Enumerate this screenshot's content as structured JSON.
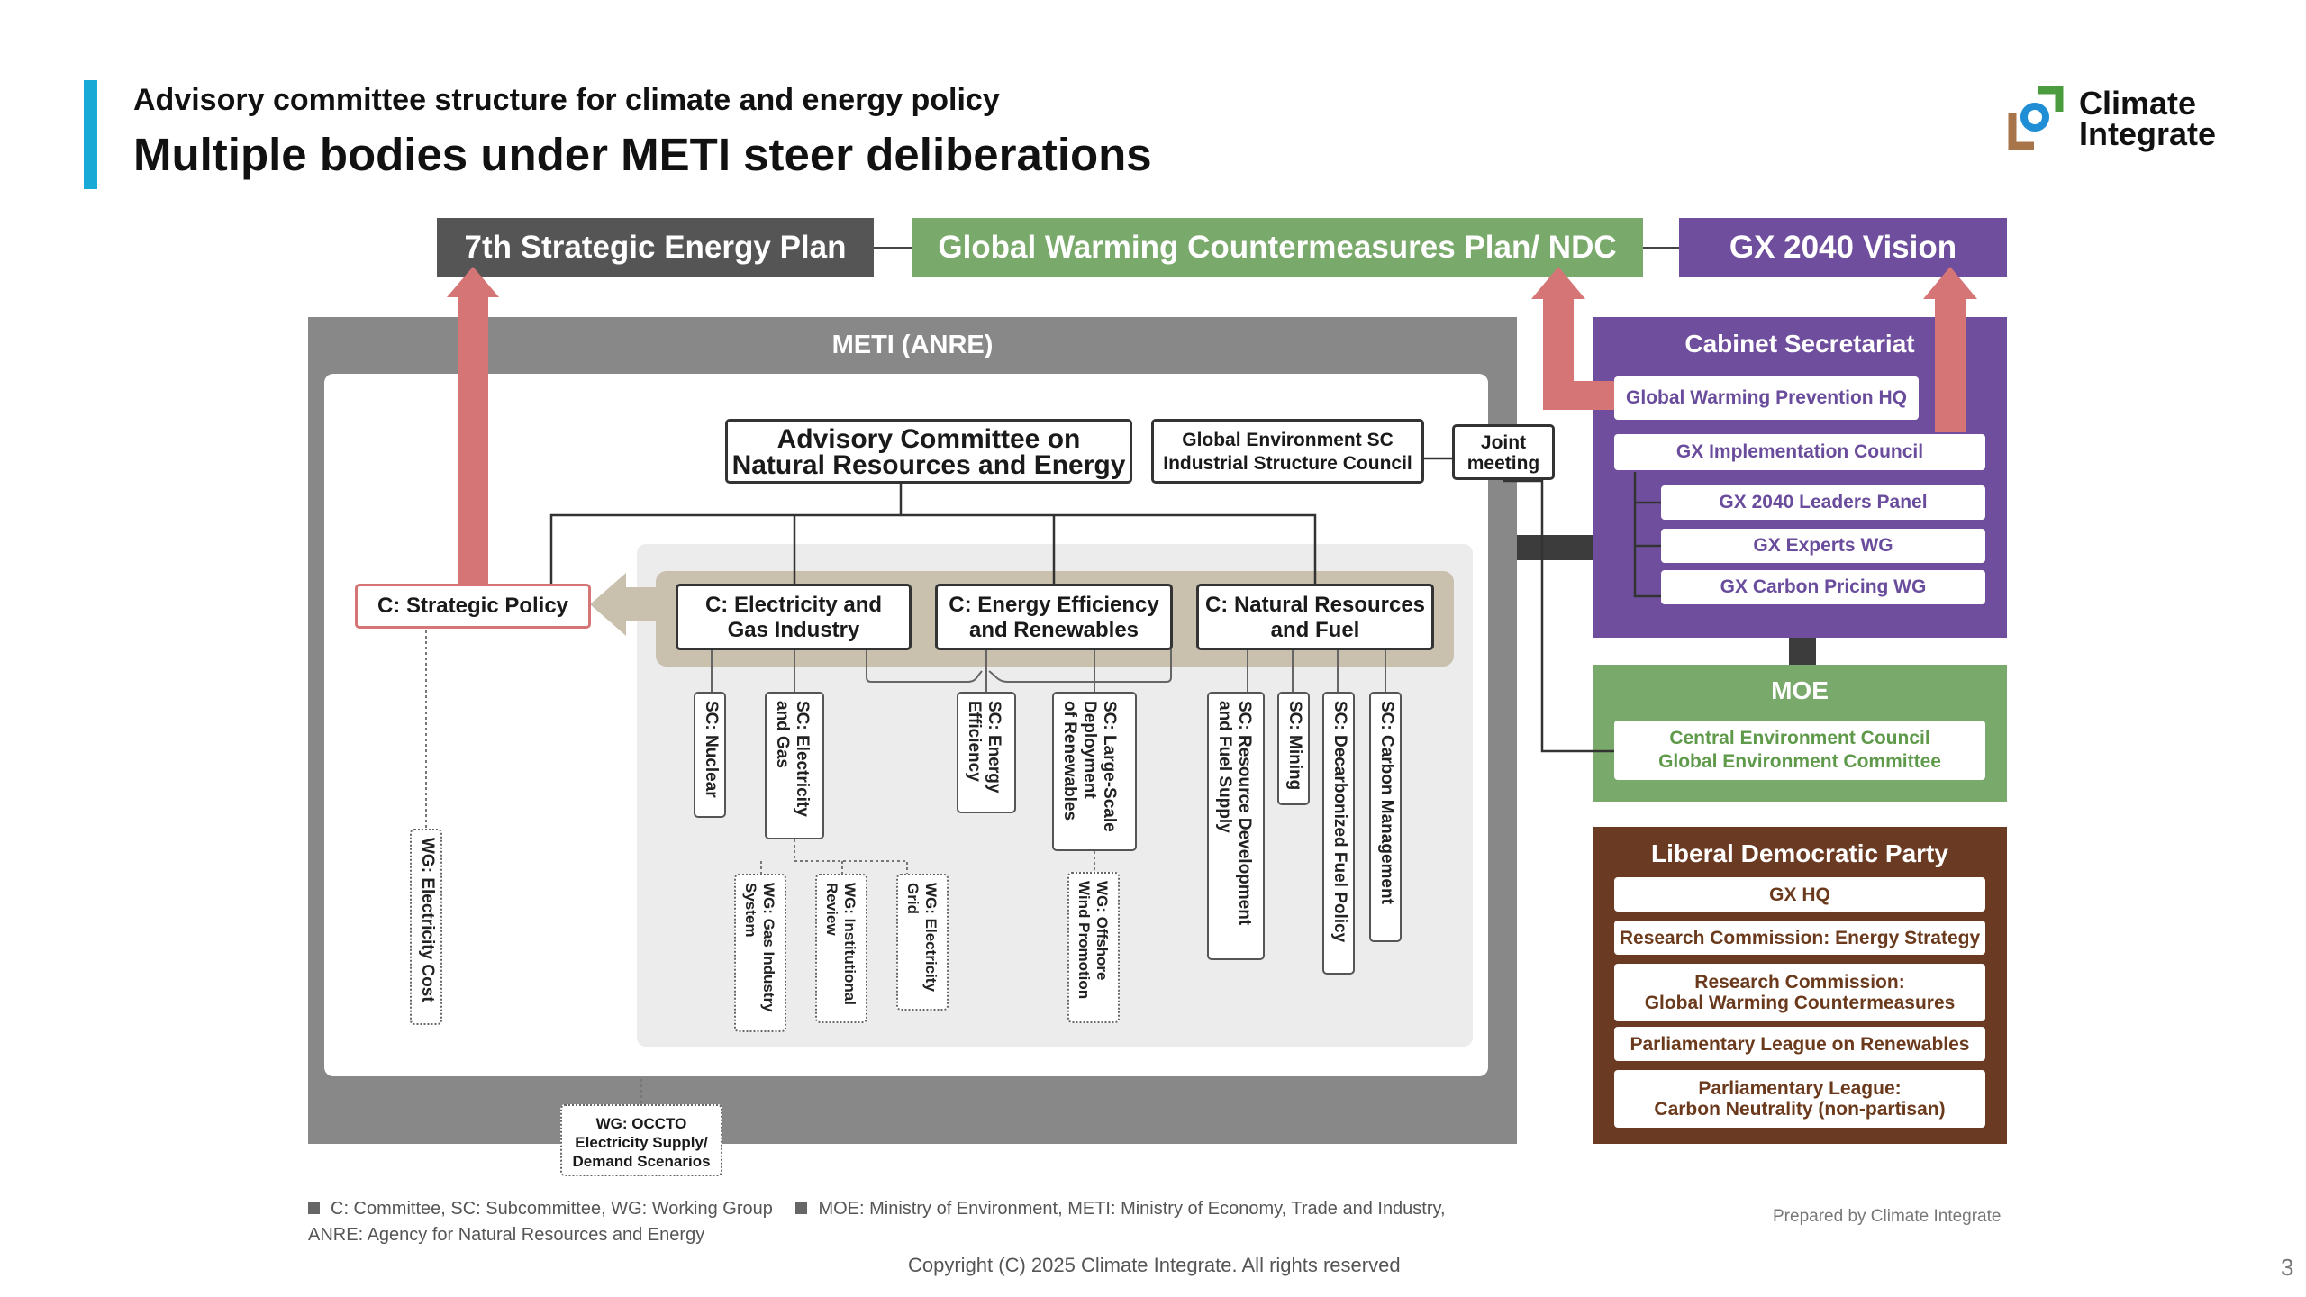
{
  "header": {
    "subtitle": "Advisory committee structure for climate and energy policy",
    "title": "Multiple bodies under METI steer deliberations"
  },
  "logo": {
    "line1": "Climate",
    "line2": "Integrate"
  },
  "plans": {
    "strategic_energy_plan": "7th Strategic Energy Plan",
    "gw_countermeasures": "Global Warming Countermeasures Plan/ NDC",
    "gx_vision": "GX 2040 Vision"
  },
  "meti": {
    "label": "METI (ANRE)",
    "advisory_line1": "Advisory Committee on",
    "advisory_line2": "Natural Resources and Energy",
    "global_env_line1": "Global Environment SC",
    "global_env_line2": "Industrial Structure Council",
    "joint_line1": "Joint",
    "joint_line2": "meeting",
    "strategic_policy": "C: Strategic Policy",
    "elec_gas_line1": "C: Electricity and",
    "elec_gas_line2": "Gas Industry",
    "energy_eff_line1": "C: Energy Efficiency",
    "energy_eff_line2": "and Renewables",
    "nat_res_line1": "C: Natural Resources",
    "nat_res_line2": "and Fuel",
    "subcommittees": {
      "nuclear": "SC: Nuclear",
      "elec_gas": "SC: Electricity\nand Gas",
      "energy_eff": "SC: Energy\nEfficiency",
      "large_scale": "SC: Large-Scale\nDeployment\nof Renewables",
      "resource_dev": "SC: Resource Development\nand Fuel Supply",
      "mining": "SC: Mining",
      "decarb_fuel": "SC: Decarbonized Fuel Policy",
      "carbon_mgmt": "SC: Carbon Management"
    },
    "working_groups": {
      "electricity_cost": "WG: Electricity Cost",
      "gas_industry": "WG: Gas Industry\nSystem",
      "institutional": "WG: Institutional\nReview",
      "electricity_grid": "WG: Electricity\nGrid",
      "offshore_wind": "WG: Offshore\nWind Promotion",
      "occto_line1": "WG: OCCTO",
      "occto_line2": "Electricity Supply/",
      "occto_line3": "Demand Scenarios"
    }
  },
  "cabinet": {
    "label": "Cabinet Secretariat",
    "items": [
      "Global Warming Prevention HQ",
      "GX Implementation Council",
      "GX 2040 Leaders Panel",
      "GX Experts WG",
      "GX Carbon Pricing WG"
    ]
  },
  "moe": {
    "label": "MOE",
    "line1": "Central Environment Council",
    "line2": "Global Environment Committee"
  },
  "ldp": {
    "label": "Liberal Democratic Party",
    "items": [
      {
        "line1": "GX HQ",
        "line2": ""
      },
      {
        "line1": "Research Commission: Energy Strategy",
        "line2": ""
      },
      {
        "line1": "Research Commission:",
        "line2": "Global Warming Countermeasures"
      },
      {
        "line1": "Parliamentary League on Renewables",
        "line2": ""
      },
      {
        "line1": "Parliamentary League:",
        "line2": "Carbon Neutrality (non-partisan)"
      }
    ]
  },
  "footer": {
    "legend_1": "C: Committee, SC: Subcommittee, WG: Working Group",
    "legend_2": "MOE: Ministry of Environment, METI: Ministry of Economy, Trade and Industry,",
    "legend_3": "ANRE: Agency for Natural Resources and Energy",
    "prepared_by": "Prepared by Climate Integrate",
    "copyright": "Copyright (C) 2025 Climate Integrate. All rights reserved",
    "page_number": "3"
  },
  "colors": {
    "accent_bar": "#19a9d6",
    "plan_dark": "#555555",
    "plan_green": "#7aaa6b",
    "purple": "#6f4f9d",
    "green": "#7aaa6b",
    "brown": "#6b3a22",
    "meti_gray": "#888888",
    "arrow_red": "#d57576",
    "committee_band": "#c9c0ae"
  }
}
